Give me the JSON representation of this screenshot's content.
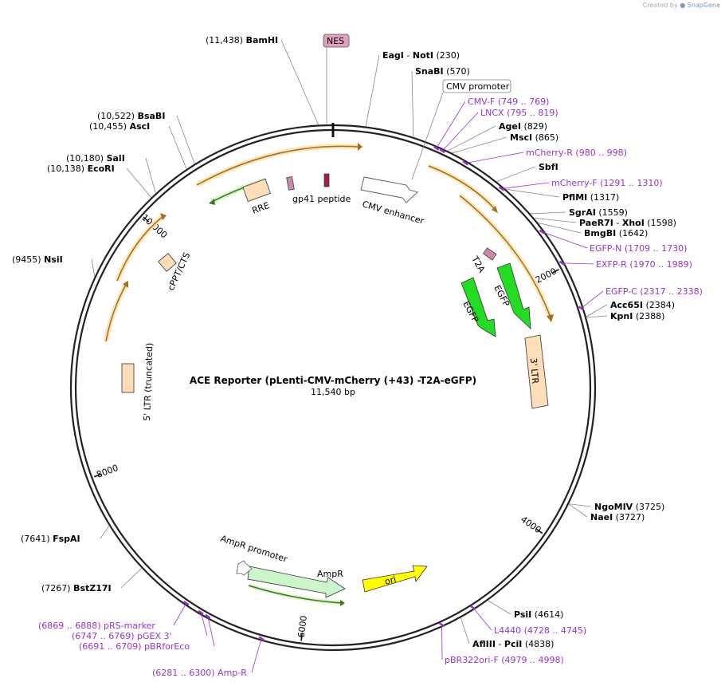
{
  "credit": {
    "prefix": "Created by",
    "brand": "SnapGene"
  },
  "title": "ACE Reporter (pLenti-CMV-mCherry (+43) -T2A-eGFP)",
  "length_label": "11,540 bp",
  "total_bp": 11540,
  "colors": {
    "primer": "#9933cc",
    "arrow_orange": "#f0b429",
    "arrow_green": "#5aa02c",
    "feature_orange": "#ffddb8",
    "feature_green": "#22dd22",
    "ori_yellow": "#ffff00",
    "nes_pink": "#e0a0c0"
  },
  "ticks": [
    {
      "bp": 2000,
      "label": "2000"
    },
    {
      "bp": 4000,
      "label": "4000"
    },
    {
      "bp": 6000,
      "label": "6000"
    },
    {
      "bp": 8000,
      "label": "8000"
    },
    {
      "bp": 10000,
      "label": "10,000"
    }
  ],
  "sites": [
    {
      "bp": 230,
      "name": "EagI",
      "pos": "(230)",
      "extra": "NotI"
    },
    {
      "bp": 570,
      "name": "SnaBI",
      "pos": "(570)"
    },
    {
      "bp": 829,
      "name": "AgeI",
      "pos": "(829)"
    },
    {
      "bp": 865,
      "name": "MscI",
      "pos": "(865)"
    },
    {
      "bp": 1233,
      "name": "SbfI",
      "pos": ""
    },
    {
      "bp": 1317,
      "name": "PflMI",
      "pos": "(1317)"
    },
    {
      "bp": 1559,
      "name": "SgrAI",
      "pos": "(1559)"
    },
    {
      "bp": 1598,
      "name": "PaeR7I",
      "pos": "(1598)",
      "extra": "XhoI"
    },
    {
      "bp": 1642,
      "name": "BmgBI",
      "pos": "(1642)"
    },
    {
      "bp": 2384,
      "name": "Acc65I",
      "pos": "(2384)"
    },
    {
      "bp": 2388,
      "name": "KpnI",
      "pos": "(2388)"
    },
    {
      "bp": 3725,
      "name": "NgoMIV",
      "pos": "(3725)"
    },
    {
      "bp": 3727,
      "name": "NaeI",
      "pos": "(3727)"
    },
    {
      "bp": 4614,
      "name": "PsiI",
      "pos": "(4614)"
    },
    {
      "bp": 4838,
      "name": "AflIII",
      "pos": "(4838)",
      "extra": "PciI"
    },
    {
      "bp": 7267,
      "name": "BstZ17I",
      "pos": "(7267)"
    },
    {
      "bp": 7641,
      "name": "FspAI",
      "pos": "(7641)"
    },
    {
      "bp": 9455,
      "name": "NsiI",
      "pos": "(9455)"
    },
    {
      "bp": 10138,
      "name": "EcoRI",
      "pos": "(10,138)"
    },
    {
      "bp": 10180,
      "name": "SalI",
      "pos": "(10,180)"
    },
    {
      "bp": 10455,
      "name": "AscI",
      "pos": "(10,455)"
    },
    {
      "bp": 10522,
      "name": "BsaBI",
      "pos": "(10,522)"
    },
    {
      "bp": 11438,
      "name": "BamHI",
      "pos": "(11,438)"
    }
  ],
  "primers": [
    {
      "bp": 749,
      "name": "CMV-F",
      "pos": "(749 .. 769)"
    },
    {
      "bp": 795,
      "name": "LNCX",
      "pos": "(795 .. 819)"
    },
    {
      "bp": 980,
      "name": "mCherry-R",
      "pos": "(980 .. 998)"
    },
    {
      "bp": 1291,
      "name": "mCherry-F",
      "pos": "(1291 .. 1310)"
    },
    {
      "bp": 1709,
      "name": "EGFP-N",
      "pos": "(1709 .. 1730)"
    },
    {
      "bp": 1970,
      "name": "EXFP-R",
      "pos": "(1970 .. 1989)"
    },
    {
      "bp": 2317,
      "name": "EGFP-C",
      "pos": "(2317 .. 2338)"
    },
    {
      "bp": 4728,
      "name": "L4440",
      "pos": "(4728 .. 4745)"
    },
    {
      "bp": 4979,
      "name": "pBR322ori-F",
      "pos": "(4979 .. 4998)"
    },
    {
      "bp": 6281,
      "name": "Amp-R",
      "pos": "(6281 .. 6300)"
    },
    {
      "bp": 6691,
      "name": "pBRforEco",
      "pos": "(6691 .. 6709)"
    },
    {
      "bp": 6747,
      "name": "pGEX 3'",
      "pos": "(6747 .. 6769)"
    },
    {
      "bp": 6869,
      "name": "pRS-marker",
      "pos": "(6869 .. 6888)"
    }
  ],
  "features": [
    {
      "name": "CMV enhancer",
      "type": "outline-arrow"
    },
    {
      "name": "CMV promoter",
      "type": "box-label"
    },
    {
      "name": "NES",
      "type": "box-label"
    },
    {
      "name": "gp41 peptide",
      "type": "small"
    },
    {
      "name": "RRE",
      "type": "box"
    },
    {
      "name": "cPPT/CTS",
      "type": "box"
    },
    {
      "name": "5' LTR (truncated)",
      "type": "box"
    },
    {
      "name": "3' LTR",
      "type": "box"
    },
    {
      "name": "T2A",
      "type": "small"
    },
    {
      "name": "EGFP",
      "type": "arrow"
    },
    {
      "name": "EGFP",
      "type": "arrow"
    },
    {
      "name": "ori",
      "type": "arrow"
    },
    {
      "name": "AmpR",
      "type": "arrow"
    },
    {
      "name": "AmpR promoter",
      "type": "outline-arrow"
    }
  ]
}
